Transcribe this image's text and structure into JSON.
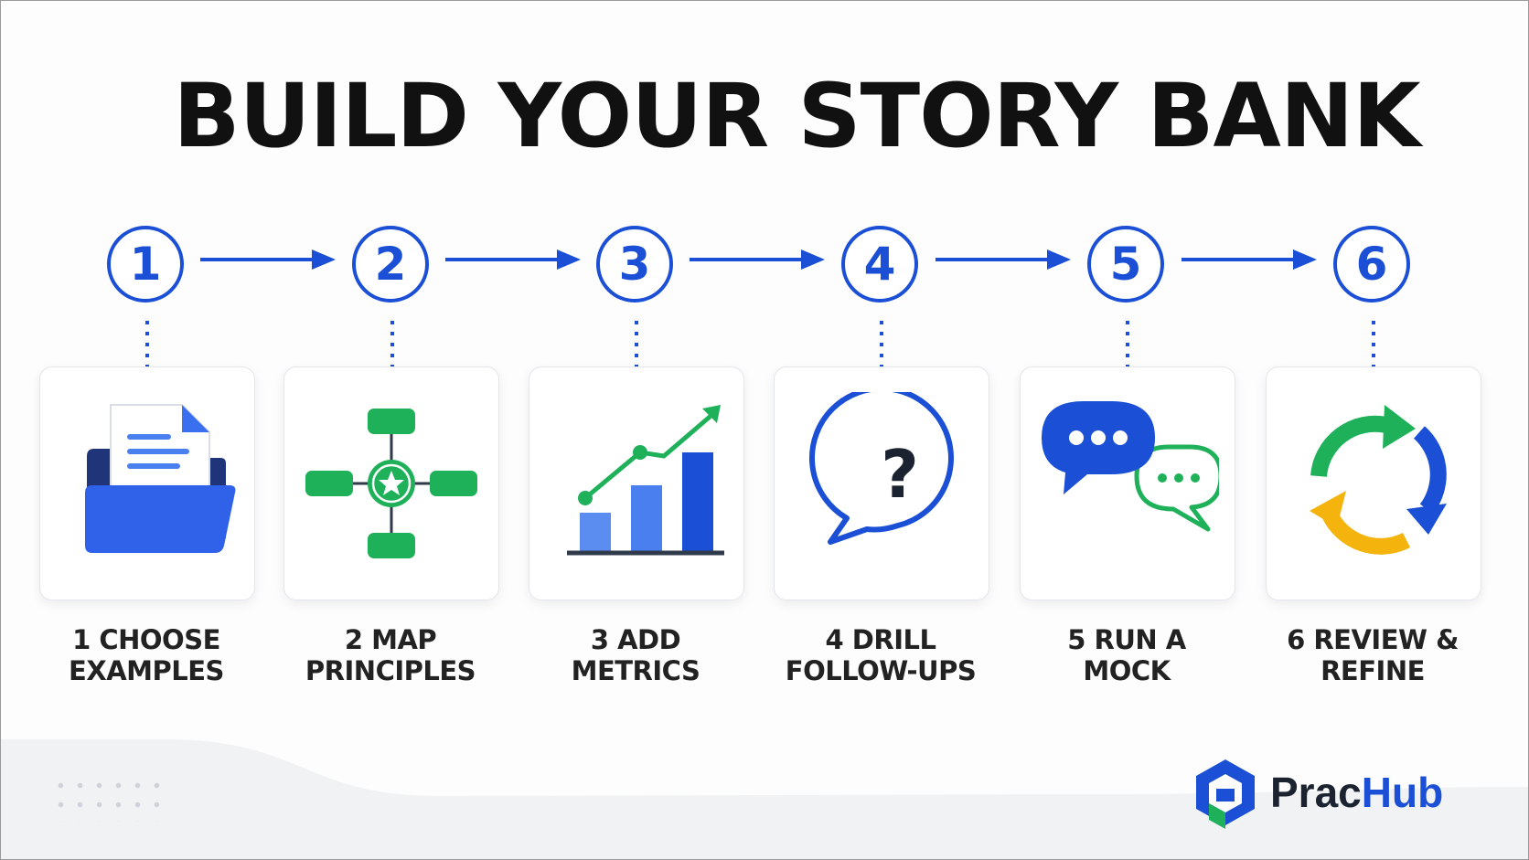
{
  "title": "BUILD YOUR STORY BANK",
  "steps": [
    {
      "number": "1",
      "label": "1 CHOOSE\nEXAMPLES",
      "icon": "folder-document-icon"
    },
    {
      "number": "2",
      "label": "2 MAP\nPRINCIPLES",
      "icon": "star-hub-diagram-icon"
    },
    {
      "number": "3",
      "label": "3 ADD\nMETRICS",
      "icon": "bar-chart-trend-icon"
    },
    {
      "number": "4",
      "label": "4 DRILL\nFOLLOW-UPS",
      "icon": "question-bubble-icon"
    },
    {
      "number": "5",
      "label": "5 RUN A\nMOCK",
      "icon": "chat-bubbles-icon"
    },
    {
      "number": "6",
      "label": "6 REVIEW &\nREFINE",
      "icon": "refresh-cycle-icon"
    }
  ],
  "brand": {
    "name_part1": "Prac",
    "name_part2": "Hub"
  },
  "colors": {
    "primary_blue": "#1a4fd6",
    "light_blue": "#4a7ff0",
    "green": "#1fb15a",
    "yellow": "#f5b40d",
    "dark_text": "#111111",
    "brand_dark": "#1c2330"
  }
}
